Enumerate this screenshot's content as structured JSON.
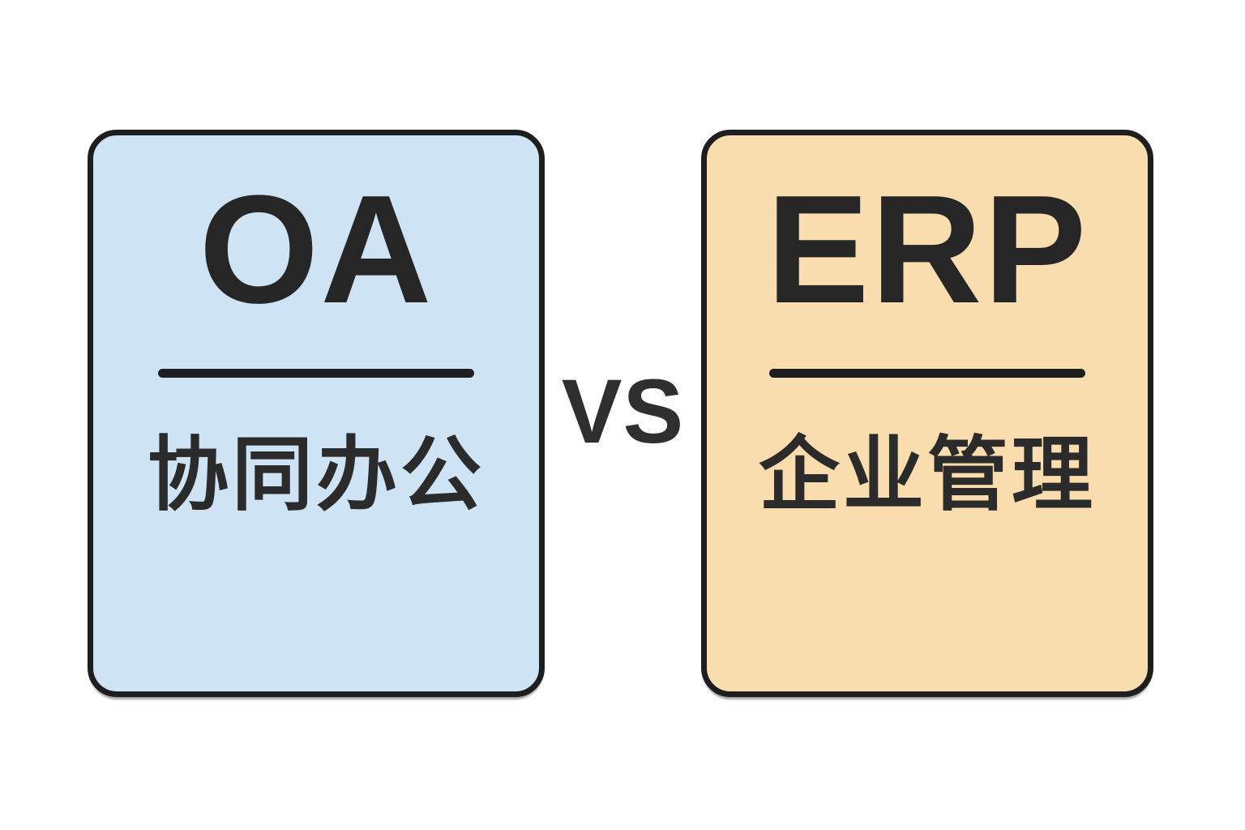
{
  "page": {
    "background_color": "#ffffff",
    "border_color": "#1e1e1e",
    "title_text_color": "#262626",
    "subtitle_text_color": "#2b2b2b"
  },
  "comparison": {
    "vs_label": "VS",
    "left_card": {
      "title": "OA",
      "subtitle": "协同办公",
      "bg_color": "#cee3f4"
    },
    "right_card": {
      "title": "ERP",
      "subtitle": "企业管理",
      "bg_color": "#faddae"
    }
  }
}
